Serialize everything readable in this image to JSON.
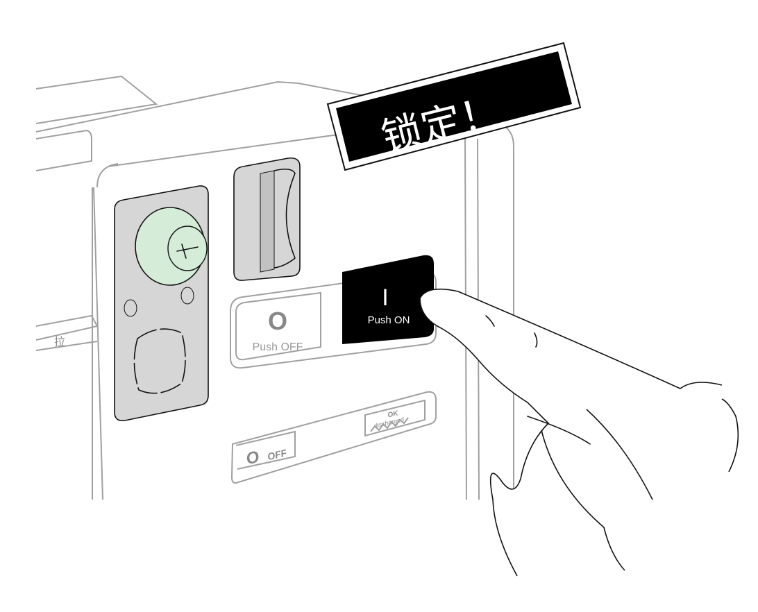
{
  "banner": {
    "text": "锁定！"
  },
  "off_button": {
    "symbol": "O",
    "label": "Push OFF"
  },
  "on_button": {
    "symbol": "I",
    "label": "Push ON"
  },
  "status_indicator": {
    "symbol": "O",
    "label": "OFF"
  },
  "spring_indicator": {
    "symbol": "OK",
    "label": "discharged"
  },
  "drawer_label": {
    "text": "拉"
  },
  "colors": {
    "lock_green": "#d4ecd8",
    "panel_gray": "#d6d6d6",
    "outline_gray": "#a0a0a0",
    "on_black": "#000000"
  }
}
